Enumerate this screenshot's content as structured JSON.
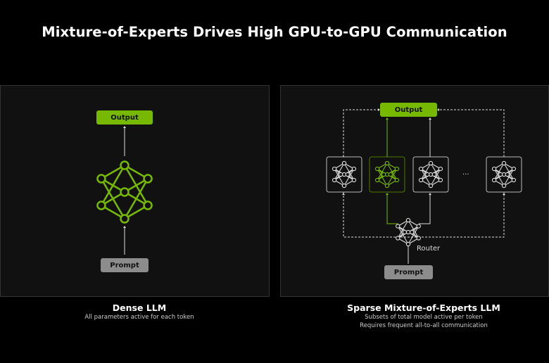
{
  "title": "Mixture-of-Experts Drives High GPU-to-GPU Communication",
  "colors": {
    "accent": "#76b900",
    "prompt": "#8c8c8c",
    "panel": "#111111",
    "line": "#dddddd"
  },
  "dense": {
    "output_label": "Output",
    "prompt_label": "Prompt",
    "caption_title": "Dense LLM",
    "caption_lines": [
      "All parameters active for each token"
    ]
  },
  "moe": {
    "output_label": "Output",
    "prompt_label": "Prompt",
    "router_label": "Router",
    "ellipsis": "...",
    "experts": [
      {
        "active": false
      },
      {
        "active": true
      },
      {
        "active": false
      },
      {
        "active": false
      }
    ],
    "caption_title": "Sparse Mixture-of-Experts LLM",
    "caption_lines": [
      "Subsets of total model active per token",
      "Requires frequent all-to-all communication"
    ]
  }
}
